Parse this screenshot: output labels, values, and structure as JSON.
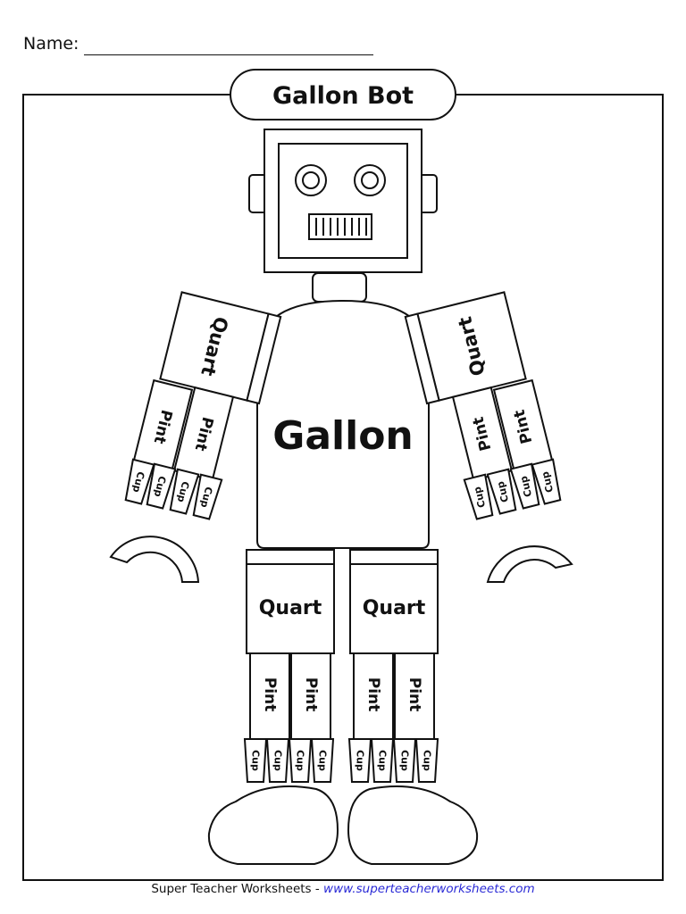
{
  "header": {
    "name_label": "Name:"
  },
  "title": "Gallon Bot",
  "labels": {
    "gallon": "Gallon",
    "quart": "Quart",
    "pint": "Pint",
    "cup": "Cup"
  },
  "footer": {
    "brand": "Super Teacher Worksheets",
    "separator": " - ",
    "url": "www.superteacherworksheets.com"
  }
}
